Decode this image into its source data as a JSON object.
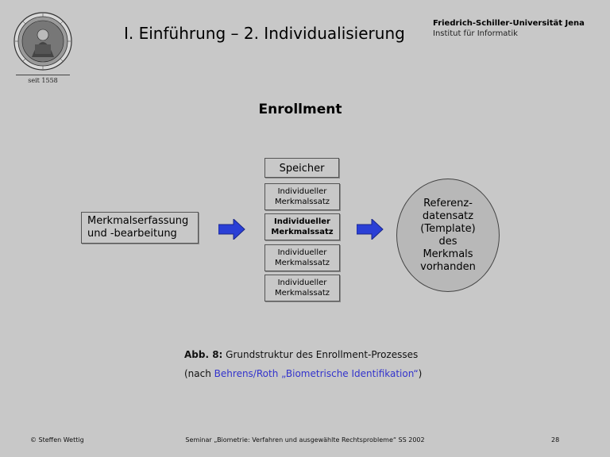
{
  "header": {
    "seal_caption": "seit 1558",
    "title": "I. Einführung – 2. Individualisierung",
    "university": "Friedrich-Schiller-Universität Jena",
    "institute": "Institut für Informatik"
  },
  "subtitle": "Enrollment",
  "diagram": {
    "capture_box": [
      "Merkmalserfassung",
      "und -bearbeitung"
    ],
    "storage_header": "Speicher",
    "records": [
      {
        "line1": "Individueller",
        "line2": "Merkmalssatz",
        "bold": false
      },
      {
        "line1": "Individueller",
        "line2": "Merkmalssatz",
        "bold": true
      },
      {
        "line1": "Individueller",
        "line2": "Merkmalssatz",
        "bold": false
      },
      {
        "line1": "Individueller",
        "line2": "Merkmalssatz",
        "bold": false
      }
    ],
    "reference": [
      "Referenz-",
      "datensatz",
      "(Template)",
      "des",
      "Merkmals",
      "vorhanden"
    ],
    "arrow_color": "#2a3fd6",
    "ellipse_color": "#b8b8b8"
  },
  "caption": {
    "label": "Abb. 8:",
    "text": " Grundstruktur des Enrollment-Prozesses",
    "source_prefix": "(nach ",
    "source_link": "Behrens/Roth „Biometrische Identifikation“",
    "source_suffix": ")"
  },
  "footer": {
    "left": "© Steffen Wettig",
    "center": "Seminar „Biometrie: Verfahren und ausgewählte Rechtsprobleme“ SS 2002",
    "page": "28"
  }
}
